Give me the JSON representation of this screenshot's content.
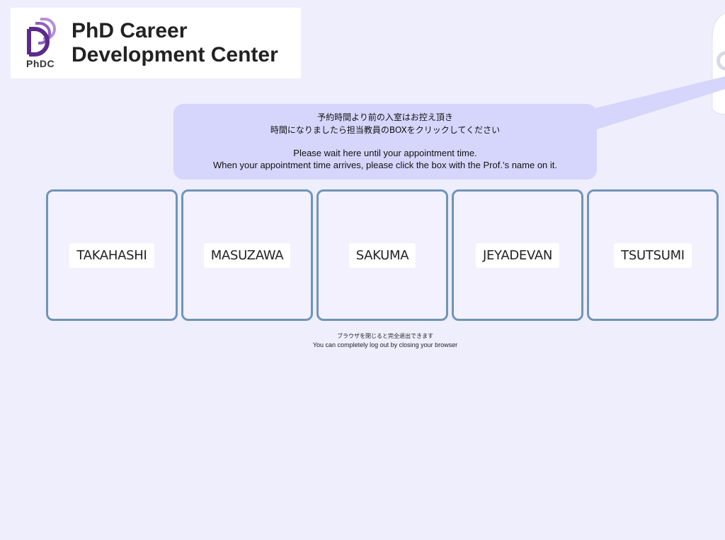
{
  "logo": {
    "abbrev": "PhDC",
    "title_line1": "PhD Career",
    "title_line2": "Development Center",
    "icon": "phdc-d-logo-mark",
    "colors": {
      "dark": "#5a2a8e",
      "light": "#b58fd8"
    }
  },
  "notice": {
    "jp_line1": "予約時間より前の入室はお控え頂き",
    "jp_line2": "時間になりましたら担当教員のBOXをクリックしてください",
    "en_line1": "Please wait here until your appointment time.",
    "en_line2": "When your appointment time arrives, please click the box with the Prof.’s name on it.",
    "background": "#d6d6fc"
  },
  "professors": [
    {
      "name": "TAKAHASHI"
    },
    {
      "name": "MASUZAWA"
    },
    {
      "name": "SAKUMA"
    },
    {
      "name": "JEYADEVAN"
    },
    {
      "name": "TSUTSUMI"
    }
  ],
  "footer": {
    "jp": "ブラウザを閉じると完全退出できます",
    "en": "You can completely log out by closing your browser"
  },
  "colors": {
    "page_background": "#efeefd",
    "card_border": "#6f95b8",
    "card_background": "#f3f1fe"
  }
}
